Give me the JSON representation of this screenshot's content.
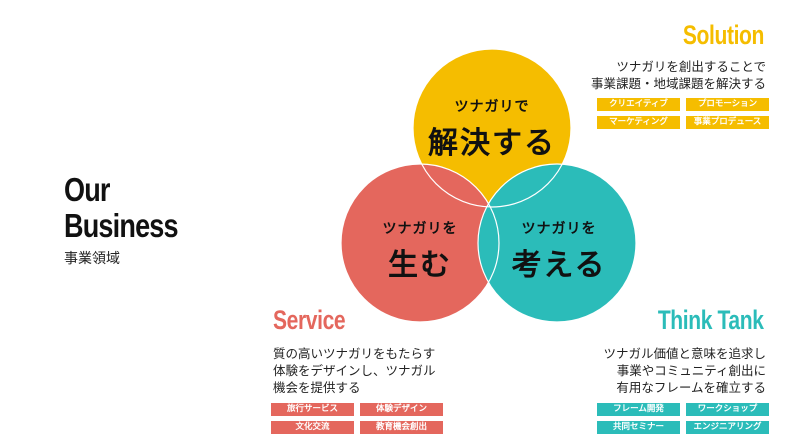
{
  "headline": {
    "line1": "Our",
    "line2": "Business",
    "subtitle": "事業領域"
  },
  "circles": {
    "solve": {
      "small": "ツナガリで",
      "big": "解決する",
      "color": "#f5bd00"
    },
    "create": {
      "small": "ツナガリを",
      "big": "生む",
      "color": "#e4675d"
    },
    "think": {
      "small": "ツナガリを",
      "big": "考える",
      "color": "#2bbcb9"
    }
  },
  "solution": {
    "title": "Solution",
    "desc1": "ツナガリを創出することで",
    "desc2": "事業課題・地域課題を解決する",
    "tags": [
      "クリエイティブ",
      "プロモーション",
      "マーケティング",
      "事業プロデュース"
    ]
  },
  "service": {
    "title": "Service",
    "desc1": "質の高いツナガリをもたらす",
    "desc2": "体験をデザインし、ツナガル",
    "desc3": "機会を提供する",
    "tags": [
      "旅行サービス",
      "体験デザイン",
      "文化交流",
      "教育機会創出"
    ]
  },
  "thinktank": {
    "title": "Think Tank",
    "desc1": "ツナガル価値と意味を追求し",
    "desc2": "事業やコミュニティ創出に",
    "desc3": "有用なフレームを確立する",
    "tags": [
      "フレーム開発",
      "ワークショップ",
      "共同セミナー",
      "エンジニアリング"
    ]
  }
}
